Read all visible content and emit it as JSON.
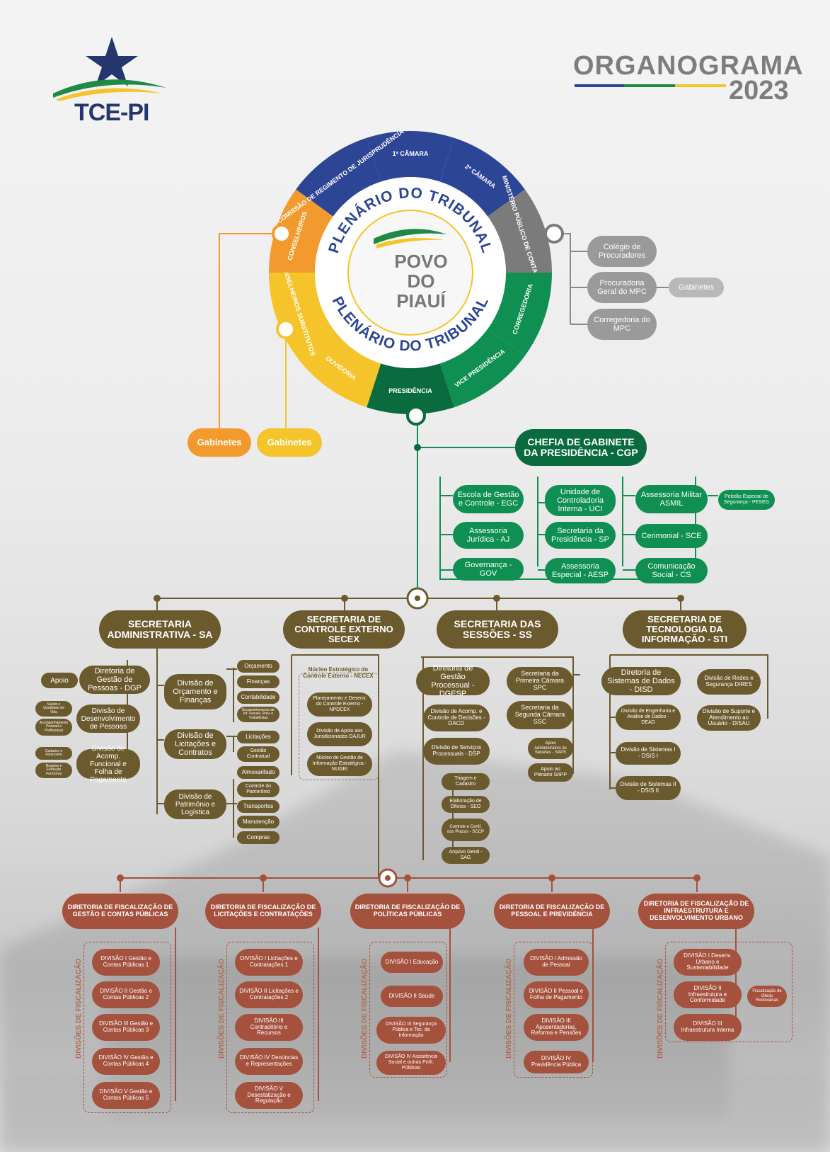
{
  "header": {
    "logo_text": "TCE-PI",
    "title_line1": "ORGANOGRAMA",
    "title_line2": "2023"
  },
  "wheel": {
    "center_lines": [
      "POVO",
      "DO",
      "PIAUÍ"
    ],
    "ring_text_top": "PLENÁRIO DO TRIBUNAL",
    "ring_text_bottom": "PLENÁRIO DO TRIBUNAL",
    "segments": [
      {
        "label": "1ª CÂMARA",
        "color": "#2d4595"
      },
      {
        "label": "2ª CÂMARA",
        "color": "#2d4595"
      },
      {
        "label": "MINISTÉRIO PÚBLICO DE CONTAS - MPC",
        "color": "#7b7b7b"
      },
      {
        "label": "CORREGEDORIA",
        "color": "#0f8f52"
      },
      {
        "label": "VICE PRESIDÊNCIA",
        "color": "#0f8f52"
      },
      {
        "label": "PRESIDÊNCIA",
        "color": "#0a6b3e"
      },
      {
        "label": "OUVIDORIA",
        "color": "#f4c42a"
      },
      {
        "label": "CONSELHEIROS SUBSTITUTOS",
        "color": "#f4c42a"
      },
      {
        "label": "CONSELHEIROS",
        "color": "#f29a2e"
      },
      {
        "label": "COMISSÃO DE REGIMENTO DE JURISPRUDÊNCIA",
        "color": "#2d4595"
      }
    ]
  },
  "mpc": {
    "items": [
      "Colégio de Procuradores",
      "Procuradoria Geral do MPC",
      "Corregedoria do MPC"
    ],
    "gabinetes": "Gabinetes"
  },
  "gabinetes_left": [
    "Gabinetes",
    "Gabinetes"
  ],
  "cgp": {
    "title": "CHEFIA DE GABINETE DA PRESIDÊNCIA - CGP",
    "col1": [
      "Escola de Gestão e Controle - EGC",
      "Assessoria Jurídica - AJ",
      "Governança - GOV"
    ],
    "col2": [
      "Unidade de Controladoria Interna - UCI",
      "Secretaria da Presidência - SP",
      "Assessoria Especial - AESP"
    ],
    "col3": [
      "Assessoria Militar ASMIL",
      "Cerimonial - SCE",
      "Comunicação Social - CS"
    ],
    "peseg": "Pelotão Especial de Segurança - PESEG"
  },
  "secretarias": {
    "sa": {
      "title": "SECRETARIA ADMINISTRATIVA - SA",
      "apoio": "Apoio",
      "dgp": "Diretoria de Gestão de Pessoas - DGP",
      "desenv": "Divisão de Desenvolvimento de Pessoas",
      "desenv_side": [
        "Saúde e Qualidade de Vida",
        "Acompanhamento Pessoal e Profissional"
      ],
      "acomp": "Divisão de Acomp. Funcional e Folha de Pagamento",
      "acomp_side": [
        "Cadastro e Financeiro",
        "Registro e Evolução Funcional"
      ],
      "orcamento": "Divisão de Orçamento e Finanças",
      "orcamento_items": [
        "Orçamento",
        "Finanças",
        "Contabilidade",
        "Encaminhamento de Inf. Fiscais, Prev. e Trabalhistas"
      ],
      "licitacoes": "Divisão de Licitações e Contratos",
      "licitacoes_items": [
        "Licitações",
        "Gestão Contratual"
      ],
      "patrimonio": "Divisão de Patrimônio e Logística",
      "patrimonio_items": [
        "Almoxarifado",
        "Controle do Patrimônio",
        "Transportes",
        "Manutenção",
        "Compras"
      ]
    },
    "secex": {
      "title": "SECRETARIA DE CONTROLE EXTERNO SECEX",
      "necex": "Núcleo Estratégico do Controle Externo - NECEX",
      "items": [
        "Planejamento e Desenv. do Controle Externo - NPDCEX",
        "Divisão de Apoio aos Jurisdicionados DAJUR",
        "Núcleo de Gestão de Informação Estratégica - NUGEI"
      ]
    },
    "ss": {
      "title": "SECRETARIA DAS SESSÕES - SS",
      "dgesp": "Diretoria de Gestão Processual - DGESP",
      "dacd": "Divisão de Acomp. e Controle de Decisões - DACD",
      "dsp": "Divisão de Serviços Processuais - DSP",
      "dsp_items": [
        "Triagem e Cadastro",
        "Elaboração de Ofícios - SEO",
        "Controle e Certif. dos Prazos - SCCP",
        "Arquivo Geral - SAG"
      ],
      "spc": "Secretaria da Primeira Câmara SPC",
      "ssc": "Secretaria da Segunda Câmara SSC",
      "saps": "Apoio Administrativo às Sessões - SAPS",
      "sapp": "Apoio ao Plenário SAPP"
    },
    "sti": {
      "title": "SECRETARIA DE TECNOLOGIA DA INFORMAÇÃO - STI",
      "disd": "Diretoria de Sistemas de Dados - DISD",
      "disd_items": [
        "Divisão de Engenharia e Análise de Dados - DEAD",
        "Divisão de Sistemas I - DSIS I",
        "Divisão de Sistemas II - DSIS II"
      ],
      "dires": "Divisão de Redes e Segurança DIRES",
      "disau": "Divisão de Suporte e Atendimento ao Usuário - DISAU"
    }
  },
  "diretorias": [
    {
      "title": "DIRETORIA DE FISCALIZAÇÃO DE GESTÃO E CONTAS PÚBLICAS",
      "divisions": [
        "DIVISÃO I Gestão e Contas Públicas 1",
        "DIVISÃO II Gestão e Contas Públicas 2",
        "DIVISÃO III Gestão e Contas Públicas 3",
        "DIVISÃO IV Gestão e Contas Públicas 4",
        "DIVISÃO V Gestão e Contas Públicas 5"
      ]
    },
    {
      "title": "DIRETORIA DE FISCALIZAÇÃO DE LICITAÇÕES E CONTRATAÇÕES",
      "divisions": [
        "DIVISÃO I Licitações e Contratações 1",
        "DIVISÃO II Licitações e Contratações 2",
        "DIVISÃO III Contraditório e Recursos",
        "DIVISÃO IV Denúncias e Representações",
        "DIVISÃO V Desestatização e Regulação"
      ]
    },
    {
      "title": "DIRETORIA DE FISCALIZAÇÃO DE POLÍTICAS PÚBLICAS",
      "divisions": [
        "DIVISÃO I Educação",
        "DIVISÃO II Saúde",
        "DIVISÃO III Segurança Pública e Tec. da Informação",
        "DIVISÃO IV Assistência Social e outras Polít. Públicas"
      ]
    },
    {
      "title": "DIRETORIA DE FISCALIZAÇÃO DE PESSOAL E PREVIDÊNCIA",
      "divisions": [
        "DIVISÃO I Admissão de Pessoal",
        "DIVISÃO II Pessoal e Folha de Pagamento",
        "DIVISÃO III Aposentadorias, Reforma e Pensões",
        "DIVISÃO IV Previdência Pública"
      ]
    },
    {
      "title": "DIRETORIA DE FISCALIZAÇÃO DE INFRAESTRUTURA E DESENVOLVIMENTO URBANO",
      "divisions": [
        "DIVISÃO I Desenv. Urbano e Sustentabilidade",
        "DIVISÃO II Infraestrutura e Conformidade",
        "DIVISÃO III Infraestrutura Interna"
      ],
      "extra": "Fiscalização de Obras Rodoviárias"
    }
  ],
  "divisoes_label": "DIVISÕES DE FISCALIZAÇÃO"
}
